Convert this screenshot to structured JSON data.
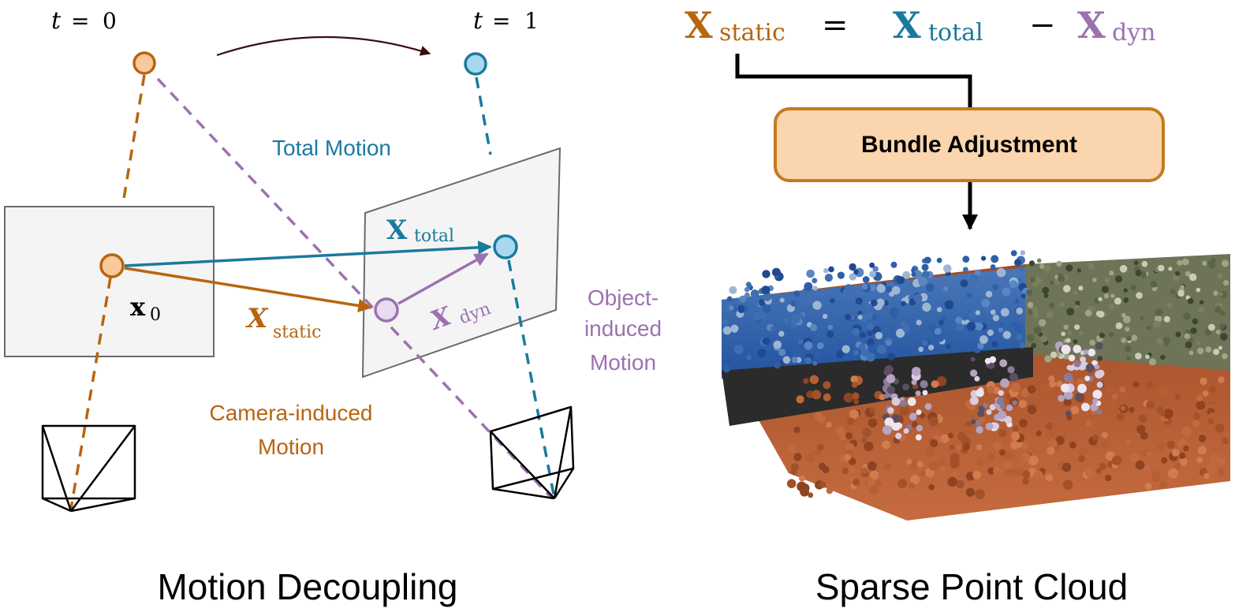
{
  "colors": {
    "camera": "#B8650F",
    "camera_fill": "#F9C89B",
    "total": "#1A7A9E",
    "total_fill": "#A8D8EE",
    "dynamic": "#9B72B0",
    "dynamic_fill": "#E9DCF1",
    "box_fill": "#FAD5AE",
    "box_stroke": "#C57A1E",
    "plane_fill": "#F4F4F4",
    "plane_stroke": "#6B6B6B"
  },
  "left_panel": {
    "time_start": {
      "var": "t",
      "op": "=",
      "val": "0"
    },
    "time_end": {
      "var": "t",
      "op": "=",
      "val": "1"
    },
    "total_motion_label": "Total Motion",
    "x_total": {
      "base": "X",
      "sub": "total"
    },
    "x_static": {
      "base": "X",
      "sub": "static"
    },
    "x_dyn": {
      "base": "X",
      "sub": "dyn"
    },
    "x0": {
      "base": "x",
      "sub": "0"
    },
    "object_induced_label": [
      "Object-",
      "induced",
      "Motion"
    ],
    "camera_induced_label": [
      "Camera-induced",
      "Motion"
    ],
    "caption": "Motion Decoupling"
  },
  "right_panel": {
    "equation": {
      "static": {
        "base": "X",
        "sub": "static"
      },
      "eq": "=",
      "total": {
        "base": "X",
        "sub": "total"
      },
      "minus": "−",
      "dyn": {
        "base": "X",
        "sub": "dyn"
      }
    },
    "bundle_adjustment_label": "Bundle Adjustment",
    "caption": "Sparse Point Cloud"
  }
}
